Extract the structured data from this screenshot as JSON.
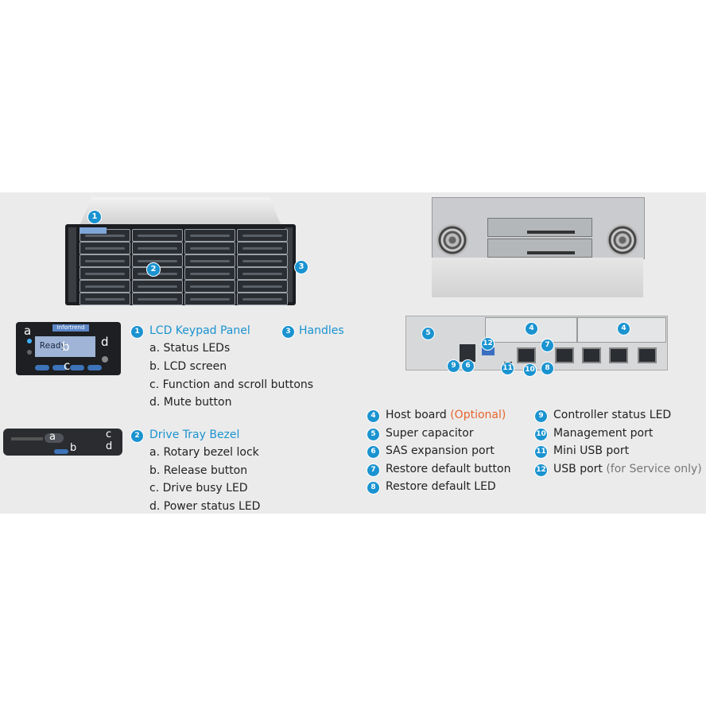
{
  "colors": {
    "accent": "#1a93d0",
    "optional": "#e8642c",
    "background": "#ebebeb"
  },
  "lcd": {
    "screen_text": "Ready",
    "brand_text": "Infortrend"
  },
  "callouts": {
    "front_1": "1",
    "front_2": "2",
    "front_3": "3",
    "lcd_a": "a",
    "lcd_b": "b",
    "lcd_c": "c",
    "lcd_d": "d",
    "bezel_a": "a",
    "bezel_b": "b",
    "bezel_c": "c",
    "bezel_d": "d",
    "rear_5": "5",
    "rear_4a": "4",
    "rear_4b": "4",
    "rear_7": "7",
    "rear_12": "12",
    "rear_9": "9",
    "rear_6": "6",
    "rear_11": "11",
    "rear_10": "10",
    "rear_8": "8"
  },
  "front_legend": {
    "lcd_panel": {
      "num": "1",
      "title": "LCD Keypad Panel",
      "items": [
        "a. Status LEDs",
        "b. LCD screen",
        "c. Function and scroll buttons",
        "d. Mute button"
      ]
    },
    "handles": {
      "num": "3",
      "title": "Handles"
    },
    "drive_tray": {
      "num": "2",
      "title": "Drive Tray Bezel",
      "items": [
        "a. Rotary bezel lock",
        "b. Release button",
        "c. Drive busy LED",
        "d. Power status LED"
      ]
    }
  },
  "rear_legend": {
    "left": [
      {
        "num": "4",
        "label": "Host board",
        "extra": "(Optional)"
      },
      {
        "num": "5",
        "label": "Super capacitor"
      },
      {
        "num": "6",
        "label": "SAS expansion port"
      },
      {
        "num": "7",
        "label": "Restore default button"
      },
      {
        "num": "8",
        "label": "Restore default LED"
      }
    ],
    "right": [
      {
        "num": "9",
        "label": "Controller status LED"
      },
      {
        "num": "10",
        "label": "Management port"
      },
      {
        "num": "11",
        "label": "Mini USB port"
      },
      {
        "num": "12",
        "label": "USB port",
        "extra": "(for Service only)"
      }
    ]
  }
}
